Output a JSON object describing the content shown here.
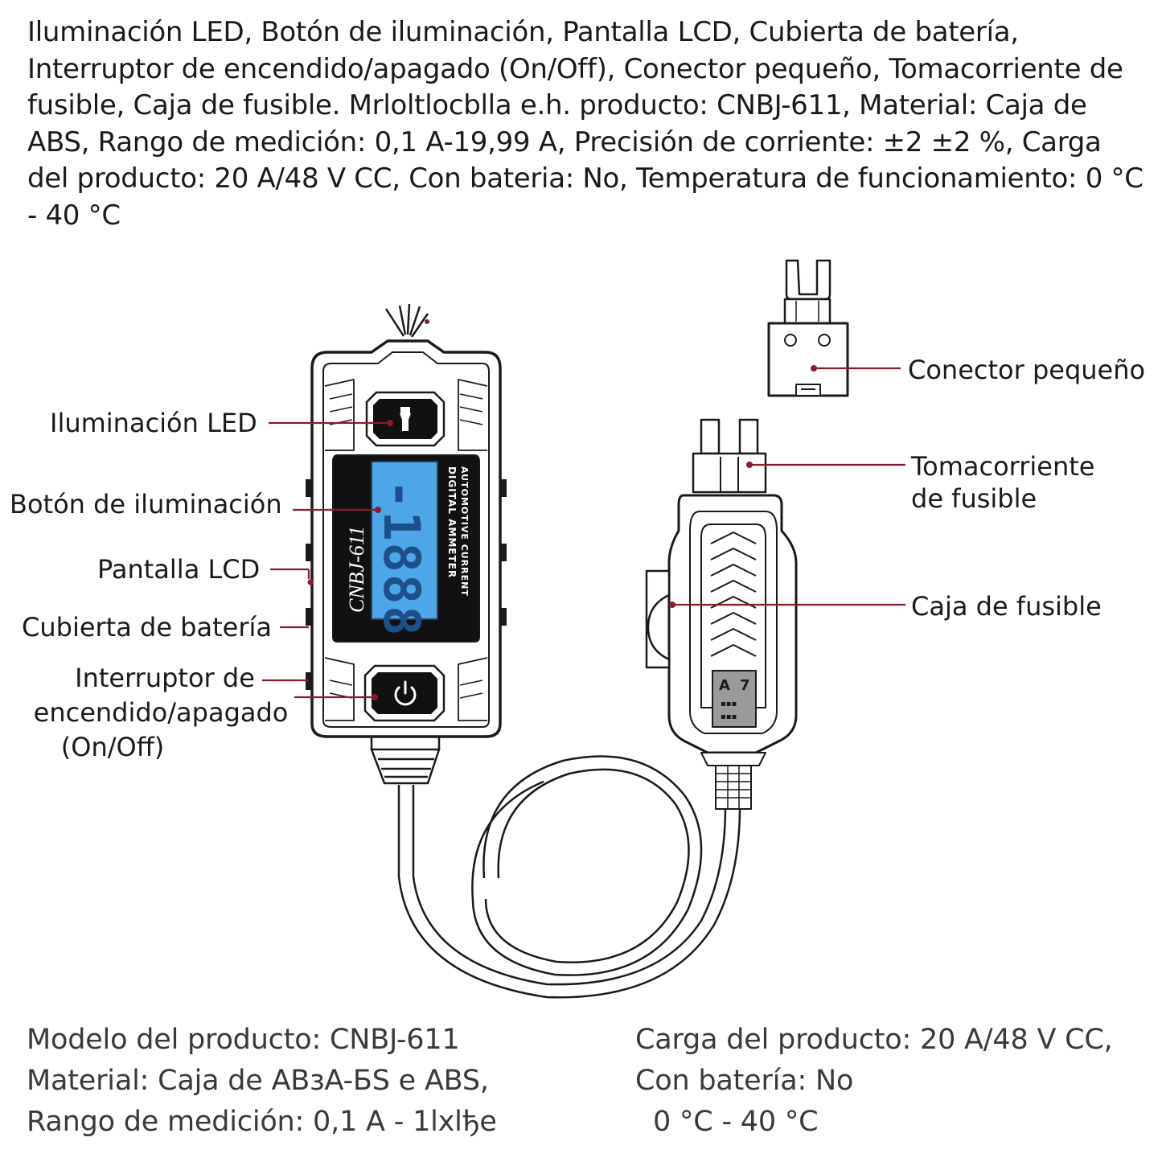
{
  "intro_text": "Iluminación LED, Botón de iluminación, Pantalla LCD, Cubierta de batería, Interruptor de encendido/apagado (On/Off), Conector pequeño, Tomacorriente de fusible, Caja de fusible. Mrloltlocblla e.h. producto: CNBJ-611, Material: Caja de ABS, Rango de medición: 0,1 A-19,99 A, Precisión de corriente: ±2 ±2 %, Carga del producto: 20 A/48 V CC, Con bateria: No, Temperatura de funcionamiento: 0 °C - 40 °C",
  "device": {
    "brand_text": "CNBJ-611",
    "side_text_1": "DIGITAL AMMETER",
    "side_text_2": "AUTOMOTIVE CURRENT",
    "lcd_reading": "-1888",
    "fuse_marks": [
      "A",
      "7",
      "▪▪▪",
      "▪▪▪"
    ]
  },
  "labels": {
    "led": "Iluminación LED",
    "light_button": "Botón de iluminación",
    "lcd": "Pantalla LCD",
    "battery_cover": "Cubierta de batería",
    "power_switch": [
      "Interruptor de",
      "encendido/apagado",
      "(On/Off)"
    ],
    "small_connector": "Conector pequeño",
    "fuse_socket": [
      "Tomacorriente",
      "de fusible"
    ],
    "fuse_box": "Caja de fusible"
  },
  "specs": {
    "left": [
      "Modelo del producto: CNBJ-611",
      "Material: Caja de ABзA-БS e ABS,",
      "Rango de medición: 0,1 A - 1lхlђe"
    ],
    "right": [
      "Carga del producto: 20 A/48 V CC,",
      "Con batería: No",
      "0 °C - 40 °C"
    ]
  },
  "colors": {
    "leader_line": "#8b1a2b",
    "lcd_blue": "#4da6e8",
    "outline": "#1a1a1a"
  }
}
